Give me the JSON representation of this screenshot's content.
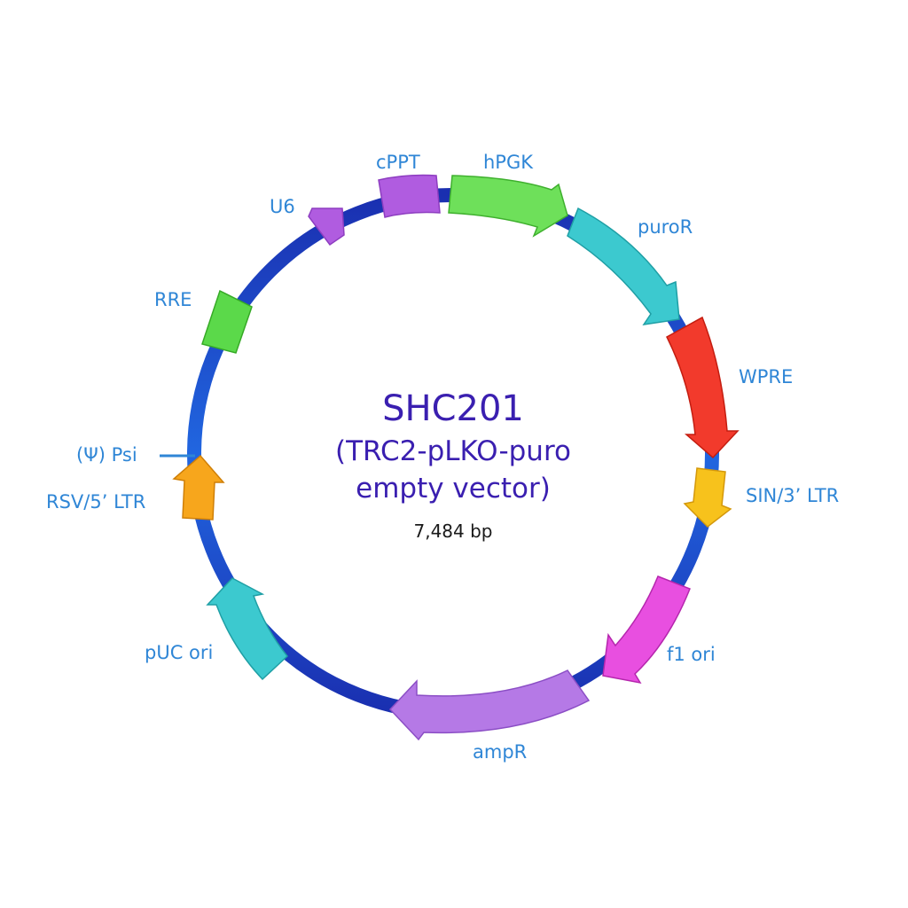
{
  "plasmid": {
    "name": "SHC201",
    "description_line1": "(TRC2-pLKO-puro",
    "description_line2": "empty vector)",
    "size": "7,484 bp"
  },
  "colors": {
    "backbone": "#1f3fcf",
    "title": "#3a1fb0",
    "label": "#2f86d6"
  },
  "features": [
    {
      "id": "cppt",
      "label": "cPPT",
      "color": "#b05ce0"
    },
    {
      "id": "hpgk",
      "label": "hPGK",
      "color": "#6ee05a"
    },
    {
      "id": "puror",
      "label": "puroR",
      "color": "#3cc9cf"
    },
    {
      "id": "wpre",
      "label": "WPRE",
      "color": "#f23a2c"
    },
    {
      "id": "sin3ltr",
      "label": "SIN/3’ LTR",
      "color": "#f7c21c"
    },
    {
      "id": "f1ori",
      "label": "f1 ori",
      "color": "#e84fe0"
    },
    {
      "id": "ampr",
      "label": "ampR",
      "color": "#b579e6"
    },
    {
      "id": "pucori",
      "label": "pUC ori",
      "color": "#3cc9cf"
    },
    {
      "id": "rsv5ltr",
      "label": "RSV/5’ LTR",
      "color": "#f7a61c"
    },
    {
      "id": "psi",
      "label": "(Ψ) Psi",
      "color": "#2f86d6"
    },
    {
      "id": "rre",
      "label": "RRE",
      "color": "#5bd94a"
    },
    {
      "id": "u6",
      "label": "U6",
      "color": "#b05ce0"
    }
  ]
}
